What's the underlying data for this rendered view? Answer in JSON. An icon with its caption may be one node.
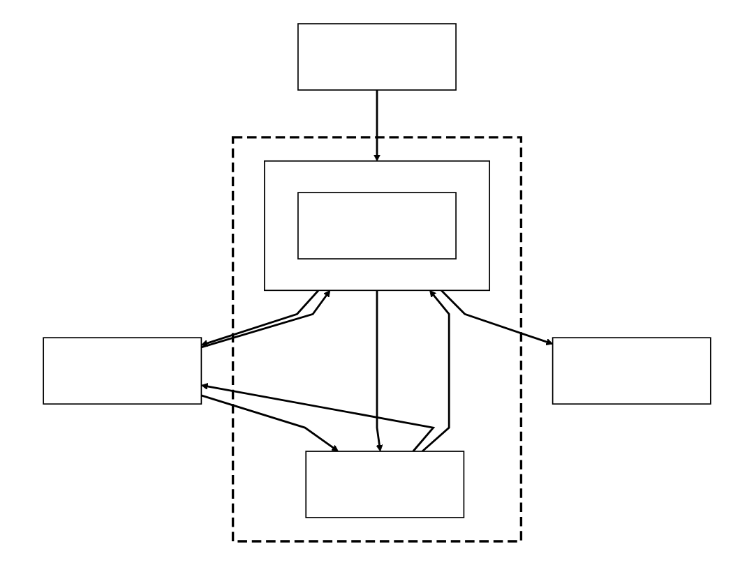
{
  "diagram": {
    "nodes": [
      {
        "text": [],
        "shape": "box"
      },
      {
        "text": [],
        "shape": "box"
      },
      {
        "text": [],
        "shape": "box",
        "in": 1
      },
      {
        "text": [],
        "shape": "box",
        "in": 1
      },
      {
        "text": [],
        "shape": "box",
        "in": 3
      },
      {
        "text": [],
        "shape": "box"
      },
      {
        "text": [],
        "shape": "box"
      }
    ],
    "edges": [
      {
        "from": 0,
        "to": 2,
        "arrow": "to"
      },
      {
        "from": 2,
        "to": 0,
        "arrow": "to"
      },
      {
        "from": 0,
        "to": 3,
        "arrow": "to"
      },
      {
        "from": 3,
        "to": 0,
        "arrow": "to"
      },
      {
        "from": 2,
        "to": 3,
        "arrow": "to"
      },
      {
        "from": 3,
        "to": 2,
        "arrow": "to"
      },
      {
        "from": 5,
        "to": 3,
        "arrow": "to"
      },
      {
        "from": 3,
        "to": 6,
        "arrow": "to"
      }
    ]
  }
}
